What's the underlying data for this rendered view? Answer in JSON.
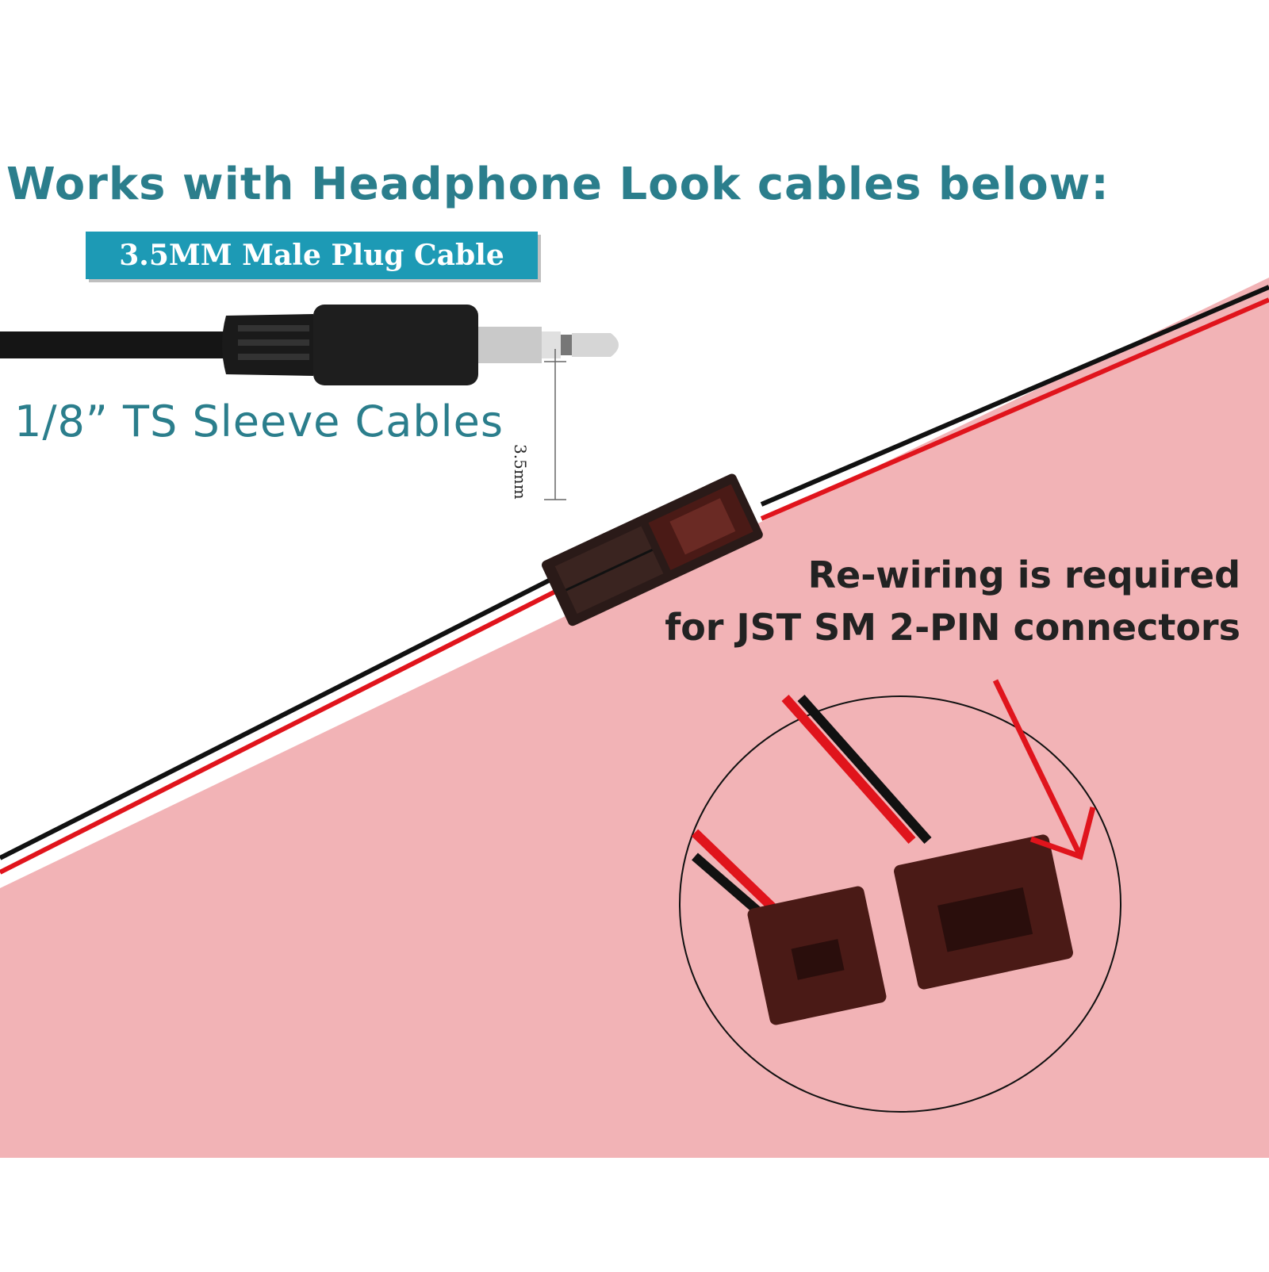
{
  "headline": "Works with Headphone Look cables below:",
  "badge_label": "3.5MM Male Plug Cable",
  "subcaption": "1/8”  TS Sleeve Cables",
  "dimension_label": "3.5mm",
  "rewire_note": {
    "line1": "Re-wiring is required",
    "line2": "for JST SM 2-PIN connectors"
  },
  "colors": {
    "headline_text": "#2b7e8c",
    "badge_bg": "#1d9ab5",
    "note_text": "#222222",
    "pink_bg": "#f2b3b6",
    "wire_red": "#e0141c",
    "wire_black": "#111111",
    "connector_brown": "#4a1a16"
  }
}
